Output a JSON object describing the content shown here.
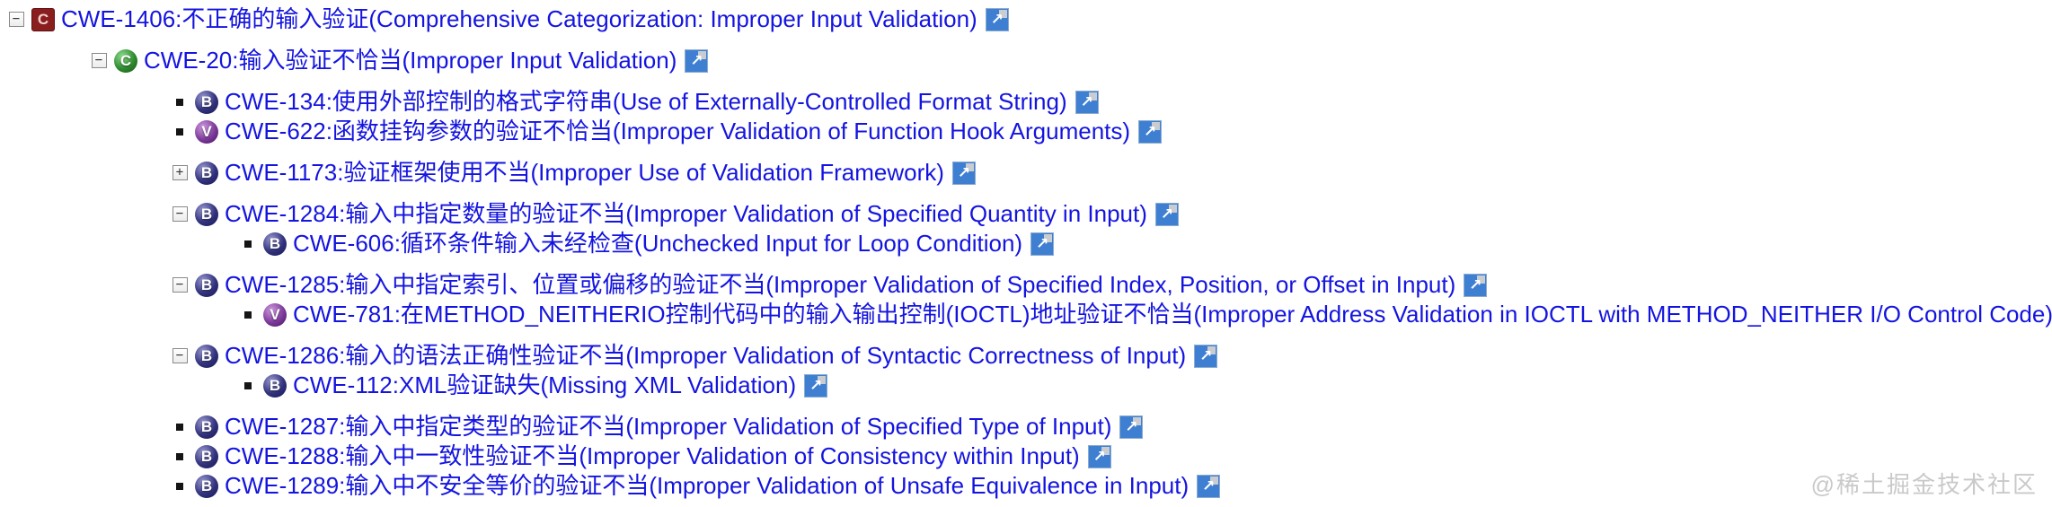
{
  "page": {
    "watermark": "@稀土掘金技术社区"
  },
  "colors": {
    "link": "#1414e0",
    "category_icon_bg": "#8a1e1e",
    "class_icon_bg": "#2e8b2e",
    "base_icon_bg": "#32327e",
    "variant_icon_bg": "#7c3a9a",
    "external_link_bg": "#3e7fd2",
    "watermark": "#c9c9c9"
  },
  "icons": {
    "collapse": "−",
    "expand": "+",
    "external_link": "↗"
  },
  "tree": {
    "rows": [
      {
        "level": 0,
        "gap_before": false,
        "toggle": "minus",
        "type": "category",
        "letter": "C",
        "label": "CWE-1406:不正确的输入验证(Comprehensive Categorization: Improper Input Validation)"
      },
      {
        "level": 1,
        "gap_before": true,
        "toggle": "minus",
        "type": "class",
        "letter": "C",
        "label": "CWE-20:输入验证不恰当(Improper Input Validation)"
      },
      {
        "level": 2,
        "gap_before": true,
        "toggle": "bullet",
        "type": "base",
        "letter": "B",
        "label": "CWE-134:使用外部控制的格式字符串(Use of Externally-Controlled Format String)"
      },
      {
        "level": 2,
        "gap_before": false,
        "toggle": "bullet",
        "type": "variant",
        "letter": "V",
        "label": "CWE-622:函数挂钩参数的验证不恰当(Improper Validation of Function Hook Arguments)"
      },
      {
        "level": 2,
        "gap_before": true,
        "toggle": "plus",
        "type": "base",
        "letter": "B",
        "label": "CWE-1173:验证框架使用不当(Improper Use of Validation Framework)"
      },
      {
        "level": 2,
        "gap_before": true,
        "toggle": "minus",
        "type": "base",
        "letter": "B",
        "label": "CWE-1284:输入中指定数量的验证不当(Improper Validation of Specified Quantity in Input)"
      },
      {
        "level": 3,
        "gap_before": false,
        "toggle": "bullet",
        "type": "base",
        "letter": "B",
        "label": "CWE-606:循环条件输入未经检查(Unchecked Input for Loop Condition)"
      },
      {
        "level": 2,
        "gap_before": true,
        "toggle": "minus",
        "type": "base",
        "letter": "B",
        "label": "CWE-1285:输入中指定索引、位置或偏移的验证不当(Improper Validation of Specified Index, Position, or Offset in Input)"
      },
      {
        "level": 3,
        "gap_before": false,
        "toggle": "bullet",
        "type": "variant",
        "letter": "V",
        "label": "CWE-781:在METHOD_NEITHERIO控制代码中的输入输出控制(IOCTL)地址验证不恰当(Improper Address Validation in IOCTL with METHOD_NEITHER I/O Control Code)"
      },
      {
        "level": 2,
        "gap_before": true,
        "toggle": "minus",
        "type": "base",
        "letter": "B",
        "label": "CWE-1286:输入的语法正确性验证不当(Improper Validation of Syntactic Correctness of Input)"
      },
      {
        "level": 3,
        "gap_before": false,
        "toggle": "bullet",
        "type": "base",
        "letter": "B",
        "label": "CWE-112:XML验证缺失(Missing XML Validation)"
      },
      {
        "level": 2,
        "gap_before": true,
        "toggle": "bullet",
        "type": "base",
        "letter": "B",
        "label": "CWE-1287:输入中指定类型的验证不当(Improper Validation of Specified Type of Input)"
      },
      {
        "level": 2,
        "gap_before": false,
        "toggle": "bullet",
        "type": "base",
        "letter": "B",
        "label": "CWE-1288:输入中一致性验证不当(Improper Validation of Consistency within Input)"
      },
      {
        "level": 2,
        "gap_before": false,
        "toggle": "bullet",
        "type": "base",
        "letter": "B",
        "label": "CWE-1289:输入中不安全等价的验证不当(Improper Validation of Unsafe Equivalence in Input)"
      }
    ]
  }
}
